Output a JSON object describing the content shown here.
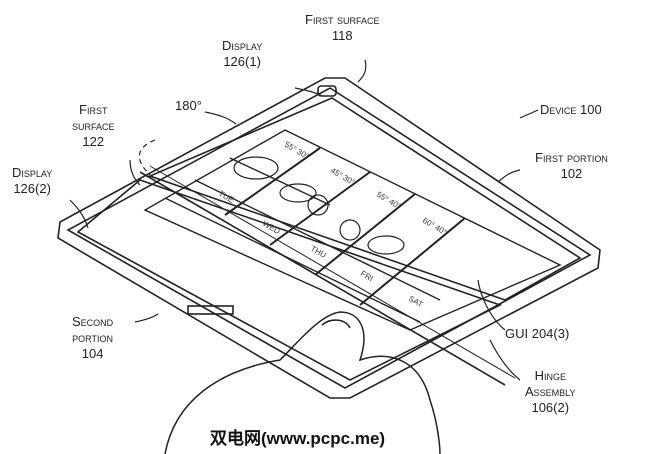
{
  "labels": {
    "first_surface_118": {
      "line1": "First surface",
      "line2": "118"
    },
    "display_126_1": {
      "line1": "Display",
      "line2": "126(1)"
    },
    "angle": "180°",
    "device_100": "Device 100",
    "first_surface_122": {
      "line1": "First",
      "line2": "surface",
      "line3": "122"
    },
    "display_126_2": {
      "line1": "Display",
      "line2": "126(2)"
    },
    "first_portion_102": {
      "line1": "First portion",
      "line2": "102"
    },
    "second_portion_104": {
      "line1": "Second",
      "line2": "portion",
      "line3": "104"
    },
    "gui_204_3": "GUI 204(3)",
    "hinge_assembly": {
      "line1": "Hinge",
      "line2": "Assembly",
      "line3": "106(2)"
    }
  },
  "weather": {
    "temps": [
      "55° 30°",
      "45° 30°",
      "55° 40°",
      "60° 40°"
    ],
    "days": [
      "TUE",
      "WED",
      "THU",
      "FRI",
      "SAT"
    ]
  },
  "watermark": "双电网(www.pcpc.me)"
}
